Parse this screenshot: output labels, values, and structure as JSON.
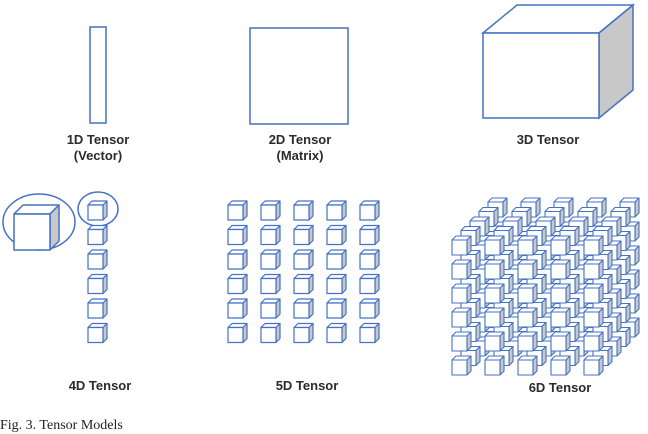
{
  "labels": {
    "t1": "1D Tensor",
    "t1_sub": "(Vector)",
    "t2": "2D Tensor",
    "t2_sub": "(Matrix)",
    "t3": "3D Tensor",
    "t4": "4D Tensor",
    "t5": "5D Tensor",
    "t6": "6D Tensor"
  },
  "caption": "Fig. 3.  Tensor Models",
  "colors": {
    "stroke": "#4472c4",
    "fill": "#ffffff",
    "side": "#c8c8c8",
    "top": "#ffffff"
  }
}
